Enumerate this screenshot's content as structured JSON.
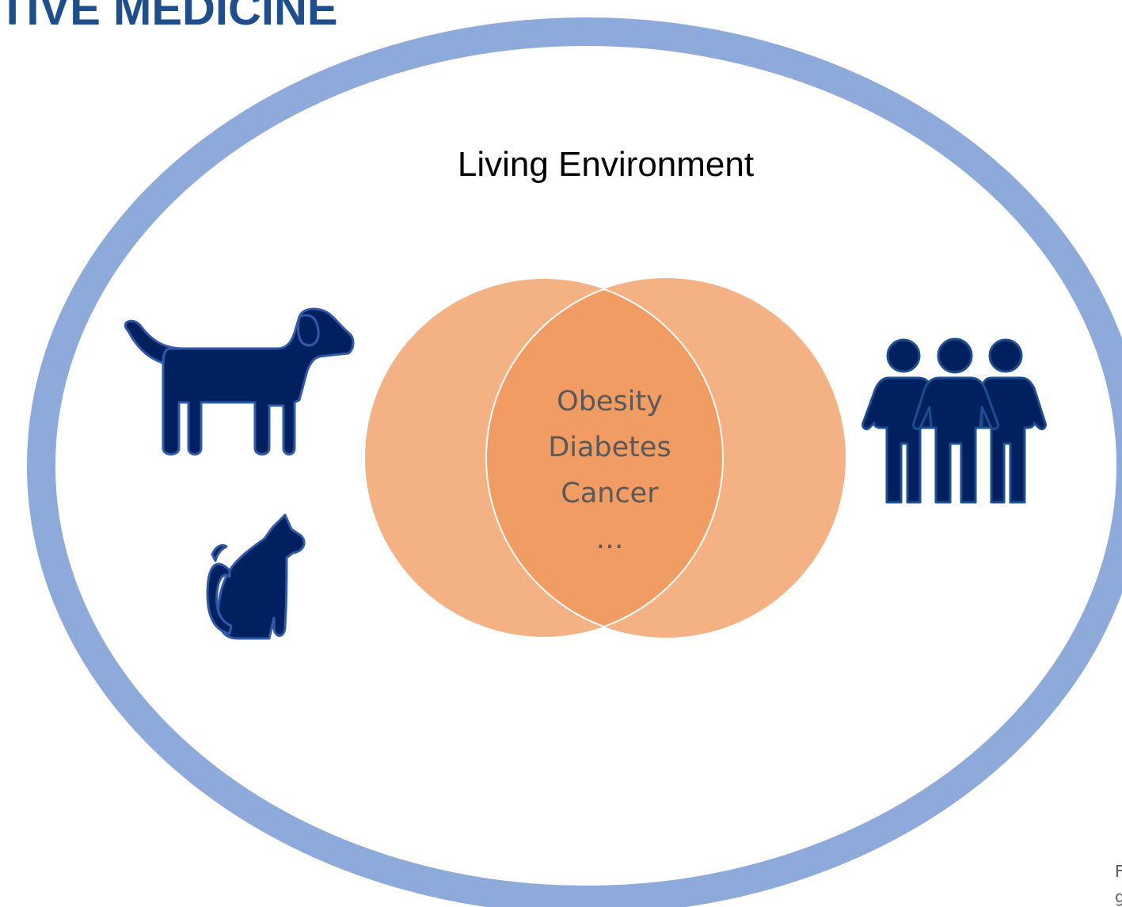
{
  "header": {
    "title": "TIVE MEDICINE"
  },
  "diagram": {
    "environment_label": "Living Environment",
    "overlap_items": [
      "Obesity",
      "Diabetes",
      "Cancer",
      "…"
    ],
    "colors": {
      "outer_ring": "#8eaadb",
      "circle_fill": "#f4b183",
      "overlap_fill": "#f09c62",
      "icon_fill": "#002060",
      "title": "#1f4e8c"
    },
    "icons": [
      "dog-icon",
      "cat-icon",
      "people-icon"
    ]
  },
  "footnote": {
    "line1": "F",
    "line2": "g"
  }
}
